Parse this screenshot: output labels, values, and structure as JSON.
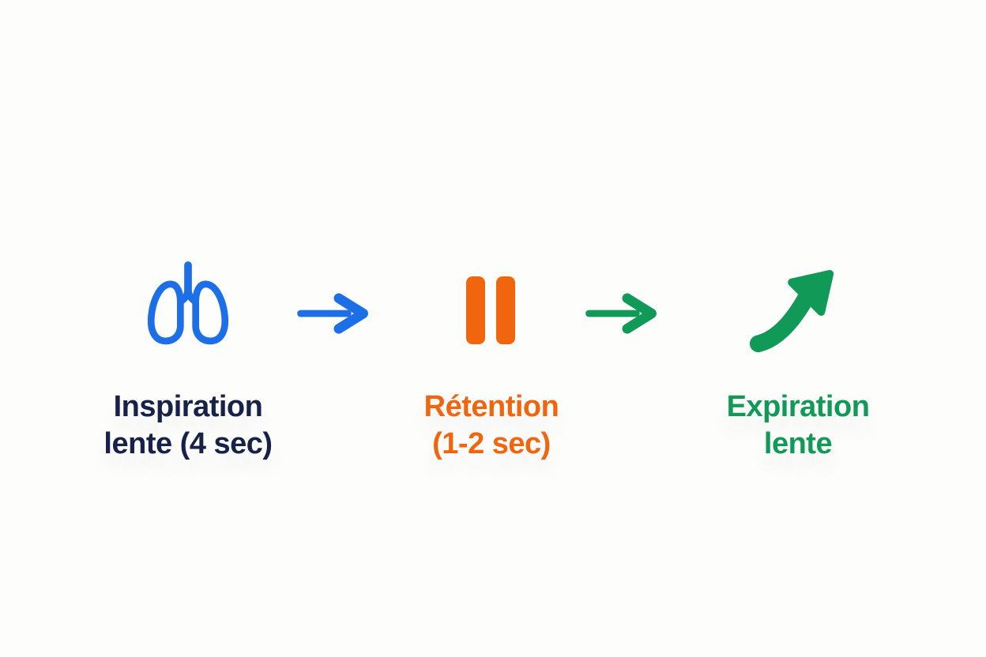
{
  "background": "#fdfdfc",
  "steps": [
    {
      "label_line1": "Inspiration",
      "label_line2": "lente (4 sec)",
      "icon": "lungs-icon",
      "icon_color": "#1d6fe8",
      "text_color": "#172149"
    },
    {
      "label_line1": "Rétention",
      "label_line2": "(1-2 sec)",
      "icon": "pause-icon",
      "icon_color": "#f2650f",
      "text_color": "#f2650f"
    },
    {
      "label_line1": "Expiration",
      "label_line2": "lente",
      "icon": "arrow-up-right-icon",
      "icon_color": "#119a57",
      "text_color": "#119a57"
    }
  ],
  "connectors": [
    {
      "icon": "arrow-right-icon",
      "color": "#1d6fe8"
    },
    {
      "icon": "arrow-right-icon",
      "color": "#119a57"
    }
  ]
}
